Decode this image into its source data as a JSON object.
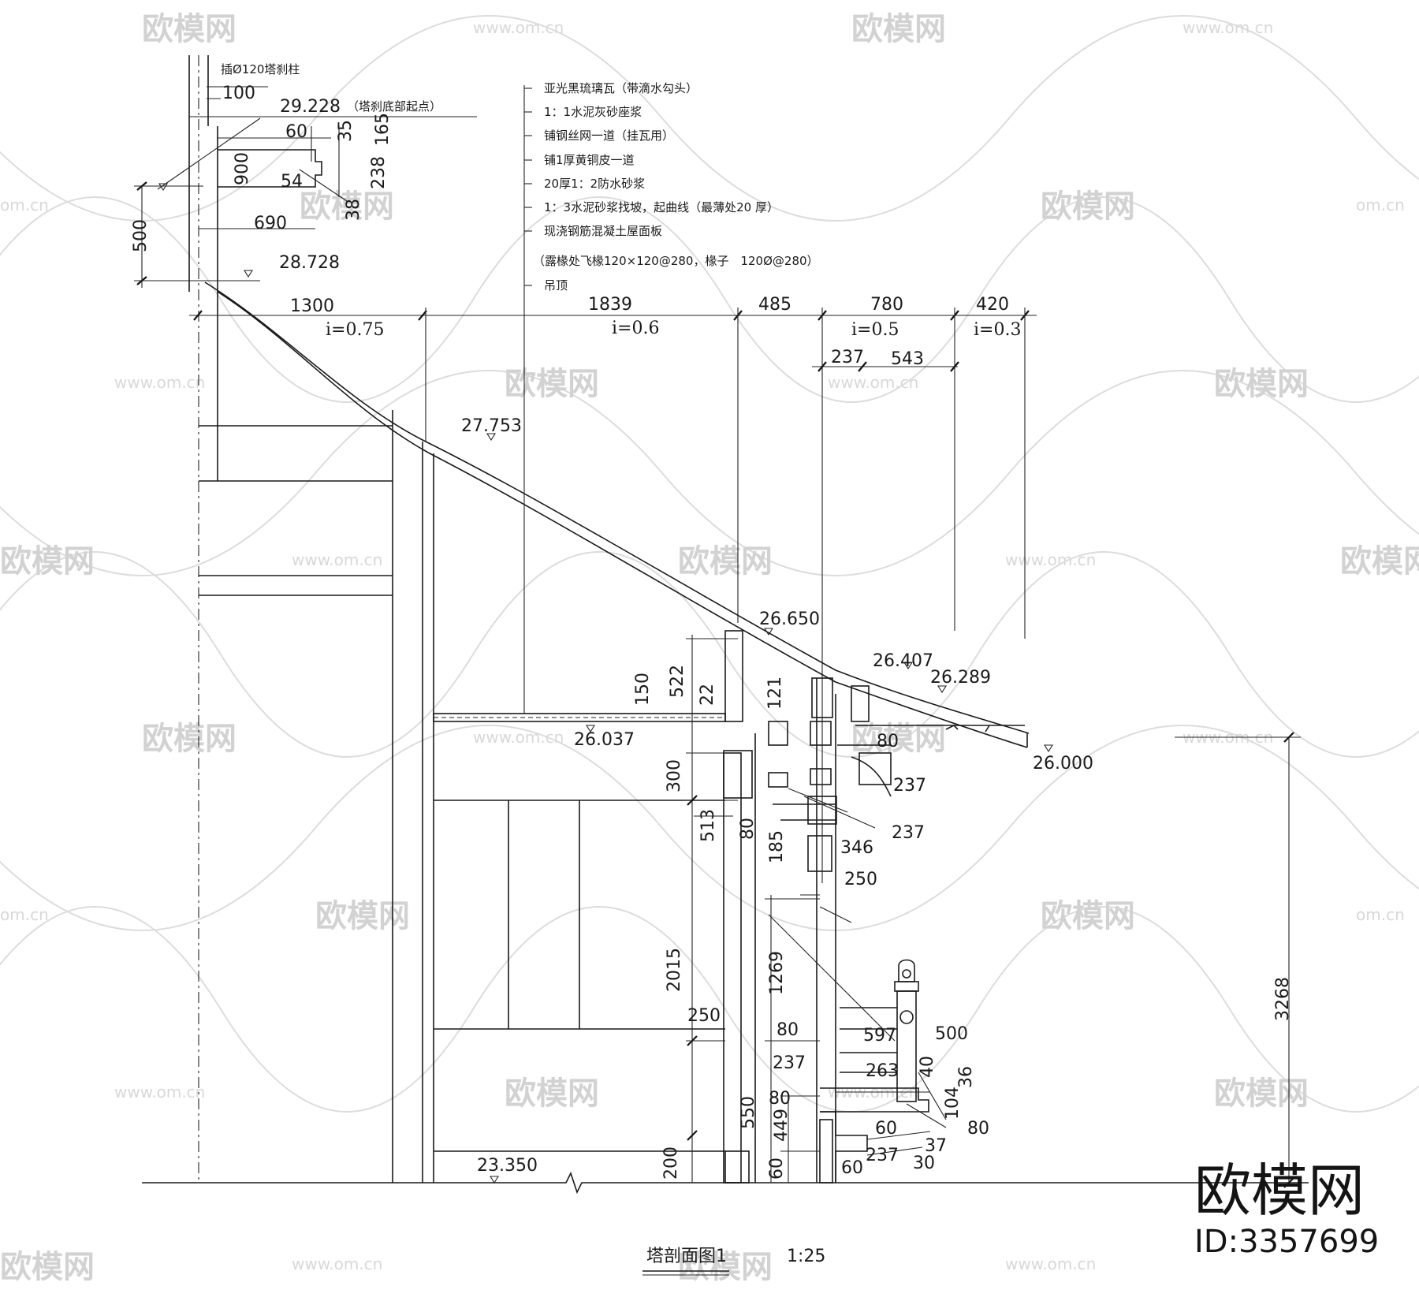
{
  "watermark": {
    "brand": "欧模网",
    "url": "www.om.cn",
    "url_short": "om.cn",
    "id": "ID:3357699"
  },
  "title": {
    "name": "塔剖面图1",
    "scale": "1:25"
  },
  "notes": [
    "亚光黑琉璃瓦（带滴水勾头）",
    "1：1水泥灰砂座浆",
    "铺钢丝网一道（挂瓦用）",
    "铺1厚黄铜皮一道",
    "20厚1：2防水砂浆",
    "1：3水泥砂浆找坡，起曲线（最薄处20 厚）",
    "现浇钢筋混凝土屋面板",
    "（露椽处飞椽120×120@280，椽子　120Ø@280）",
    "吊顶"
  ],
  "post_label": "插Ø120塔刹柱",
  "elevations": {
    "e29228": "29.228",
    "e29228_note": "（塔刹底部起点）",
    "e28728": "28.728",
    "e27753": "27.753",
    "e26650": "26.650",
    "e26407": "26.407",
    "e26289": "26.289",
    "e26037": "26.037",
    "e26000": "26.000",
    "e23350": "23.350"
  },
  "slopes": [
    "i=0.75",
    "i=0.6",
    "i=0.5",
    "i=0.3"
  ],
  "dims": {
    "d100": "100",
    "d60": "60",
    "d35": "35",
    "d165": "165",
    "d900": "900",
    "d54": "54",
    "d238": "238",
    "d38": "38",
    "d690": "690",
    "d500": "500",
    "d1300": "1300",
    "d1839": "1839",
    "d485": "485",
    "d780": "780",
    "d420": "420",
    "d237a": "237",
    "d543": "543",
    "d522": "522",
    "d150": "150",
    "d22": "22",
    "d121": "121",
    "d80a": "80",
    "d300": "300",
    "d513": "513",
    "d80b": "80",
    "d185": "185",
    "d237b": "237",
    "d237c": "237",
    "d346": "346",
    "d250a": "250",
    "d2015": "2015",
    "d250b": "250",
    "d1269": "1269",
    "d80c": "80",
    "d597": "597",
    "d500b": "500",
    "d237d": "237",
    "d263": "263",
    "d40": "40",
    "d36": "36",
    "d104": "104",
    "d80d": "80",
    "d449": "449",
    "d550": "550",
    "d80e": "80",
    "d60b": "60",
    "d37": "37",
    "d237e": "237",
    "d30": "30",
    "d60c": "60",
    "d200": "200",
    "d60d": "60",
    "d3268": "3268"
  }
}
